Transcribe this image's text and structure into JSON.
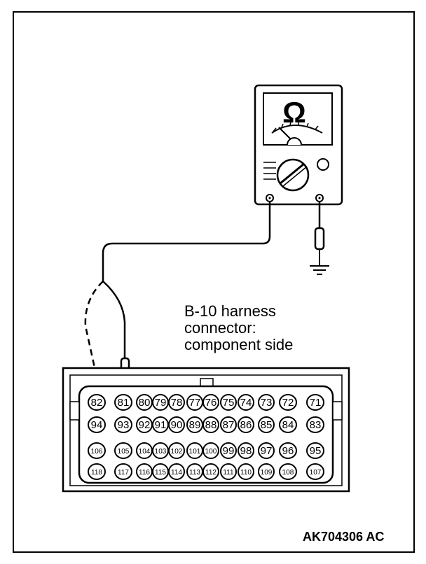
{
  "meter": {
    "symbol": "Ω"
  },
  "connector": {
    "label_lines": [
      "B-10 harness",
      "connector:",
      "component side"
    ],
    "rows": [
      [
        "82",
        "81",
        "80",
        "79",
        "78",
        "77",
        "76",
        "75",
        "74",
        "73",
        "72",
        "71"
      ],
      [
        "94",
        "93",
        "92",
        "91",
        "90",
        "89",
        "88",
        "87",
        "86",
        "85",
        "84",
        "83"
      ],
      [
        "106",
        "105",
        "104",
        "103",
        "102",
        "101",
        "100",
        "99",
        "98",
        "97",
        "96",
        "95"
      ],
      [
        "118",
        "117",
        "116",
        "115",
        "114",
        "113",
        "112",
        "111",
        "110",
        "109",
        "108",
        "107"
      ]
    ]
  },
  "figure_code": "AK704306 AC"
}
